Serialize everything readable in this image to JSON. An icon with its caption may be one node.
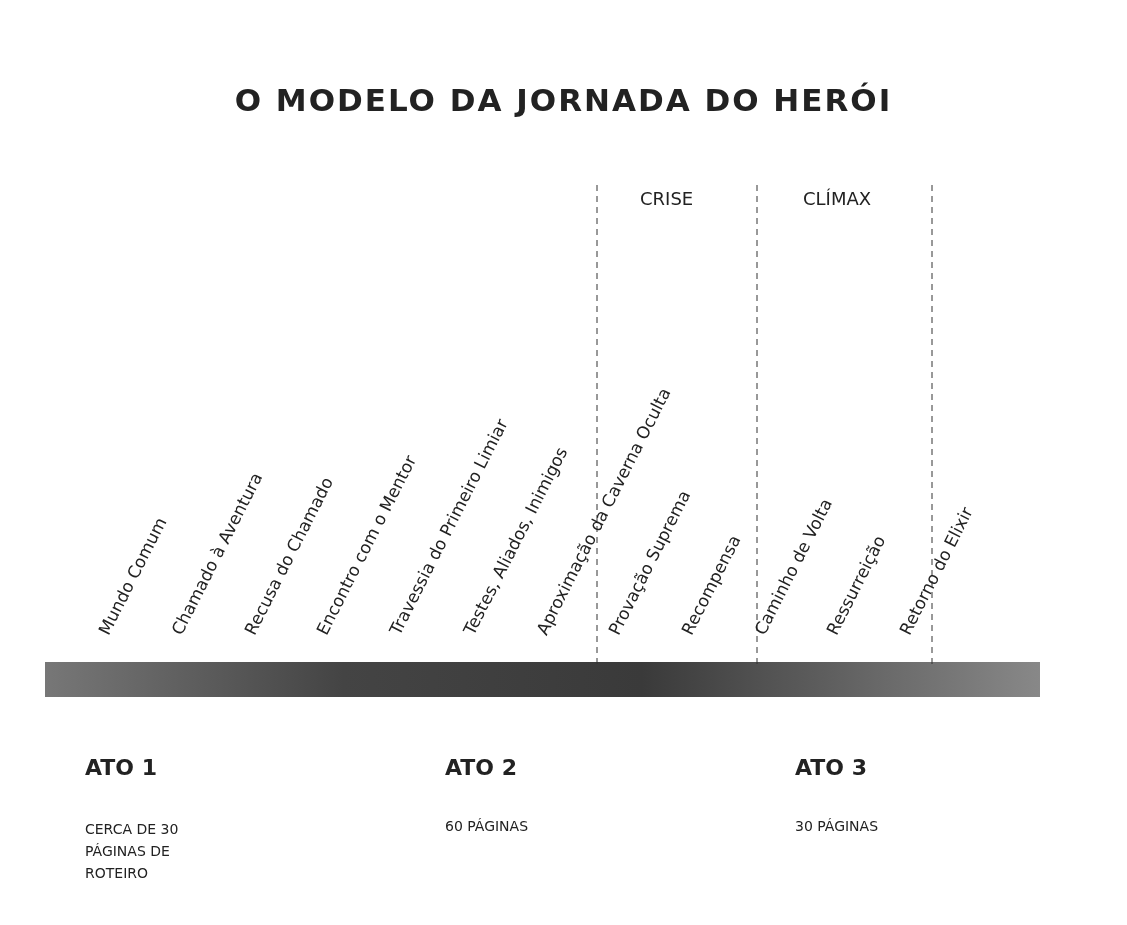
{
  "diagram": {
    "title": "O MODELO DA JORNADA DO HERÓI",
    "nodes": [
      {
        "text": [],
        "shape": "bar"
      }
    ],
    "labels": [
      "CRISE",
      "CLÍMAX",
      "Mundo Comum",
      "Chamado à Aventura",
      "Recusa do Chamado",
      "Encontro com o Mentor",
      "Travessia do Primeiro Limiar",
      "Testes, Aliados, Inimigos",
      "Aproximação da Caverna Oculta",
      "Provação Suprema",
      "Recompensa",
      "Caminho de Volta",
      "Ressurreição",
      "Retorno do Elixir",
      "ATO 1",
      "ATO 2",
      "ATO 3",
      "CERCA DE 30 PÁGINAS DE ROTEIRO",
      "60 PÁGINAS",
      "30 PÁGINAS"
    ]
  }
}
